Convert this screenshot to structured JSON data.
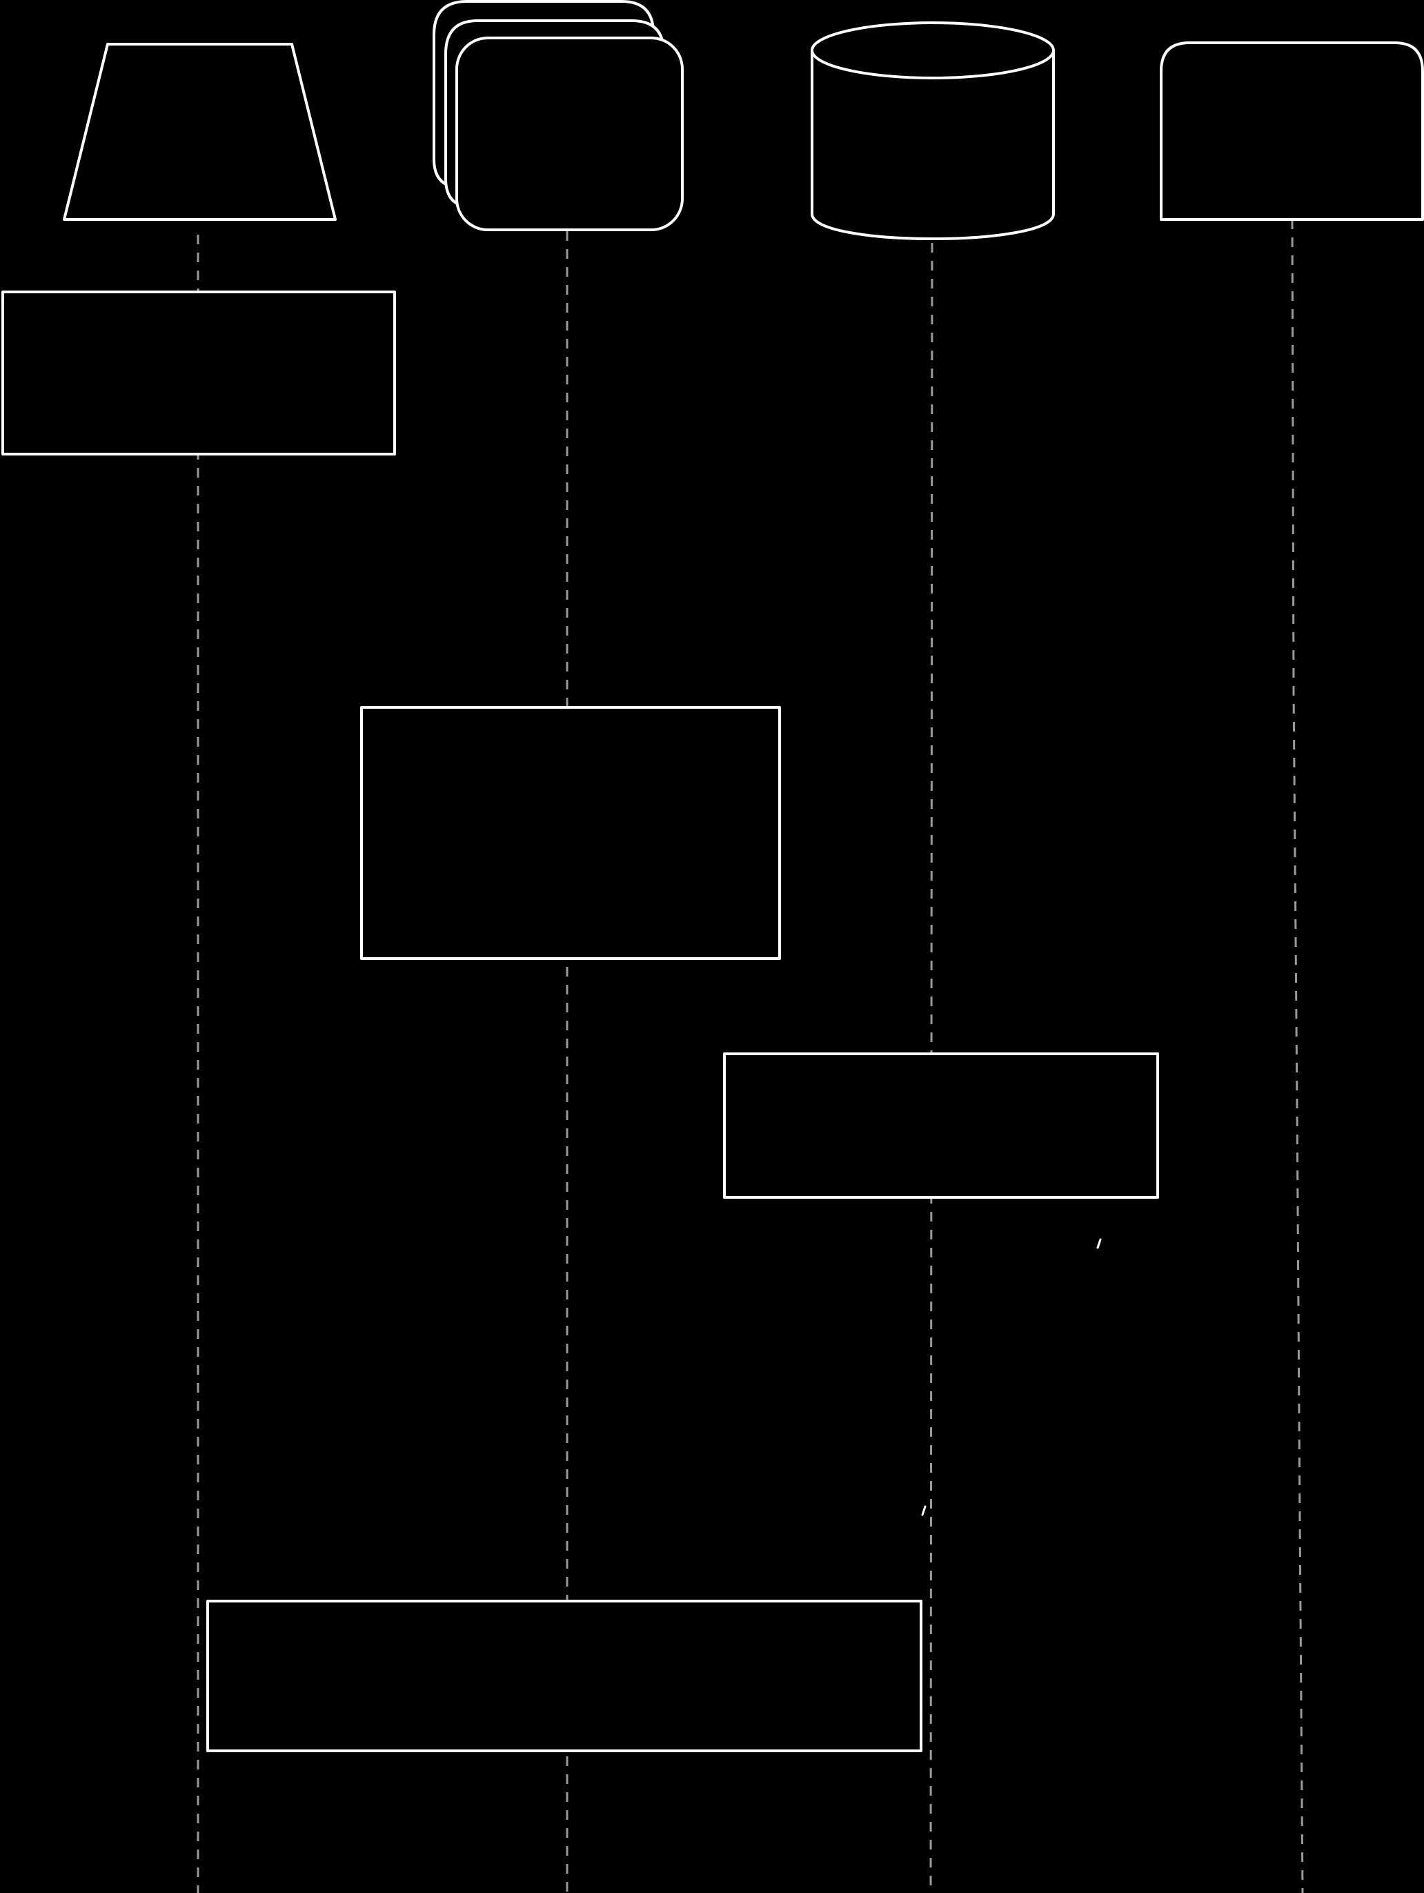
{
  "diagram": {
    "background_color": "#000000",
    "stroke_color": "#ffffff",
    "lifeline_color": "#9a9a9a",
    "participants": [
      {
        "id": "p1",
        "shape": "trapezoid",
        "label": ""
      },
      {
        "id": "p2",
        "shape": "stacked-rounded-rectangles",
        "label": ""
      },
      {
        "id": "p3",
        "shape": "cylinder",
        "label": ""
      },
      {
        "id": "p4",
        "shape": "rounded-top-rectangle",
        "label": ""
      }
    ],
    "activations": [
      {
        "id": "a1",
        "participant": "p1",
        "label": ""
      },
      {
        "id": "a2",
        "participant": "p2",
        "label": ""
      },
      {
        "id": "a3",
        "participant": "p3",
        "label": ""
      },
      {
        "id": "a4",
        "participant": "p1-p3",
        "label": ""
      }
    ]
  }
}
